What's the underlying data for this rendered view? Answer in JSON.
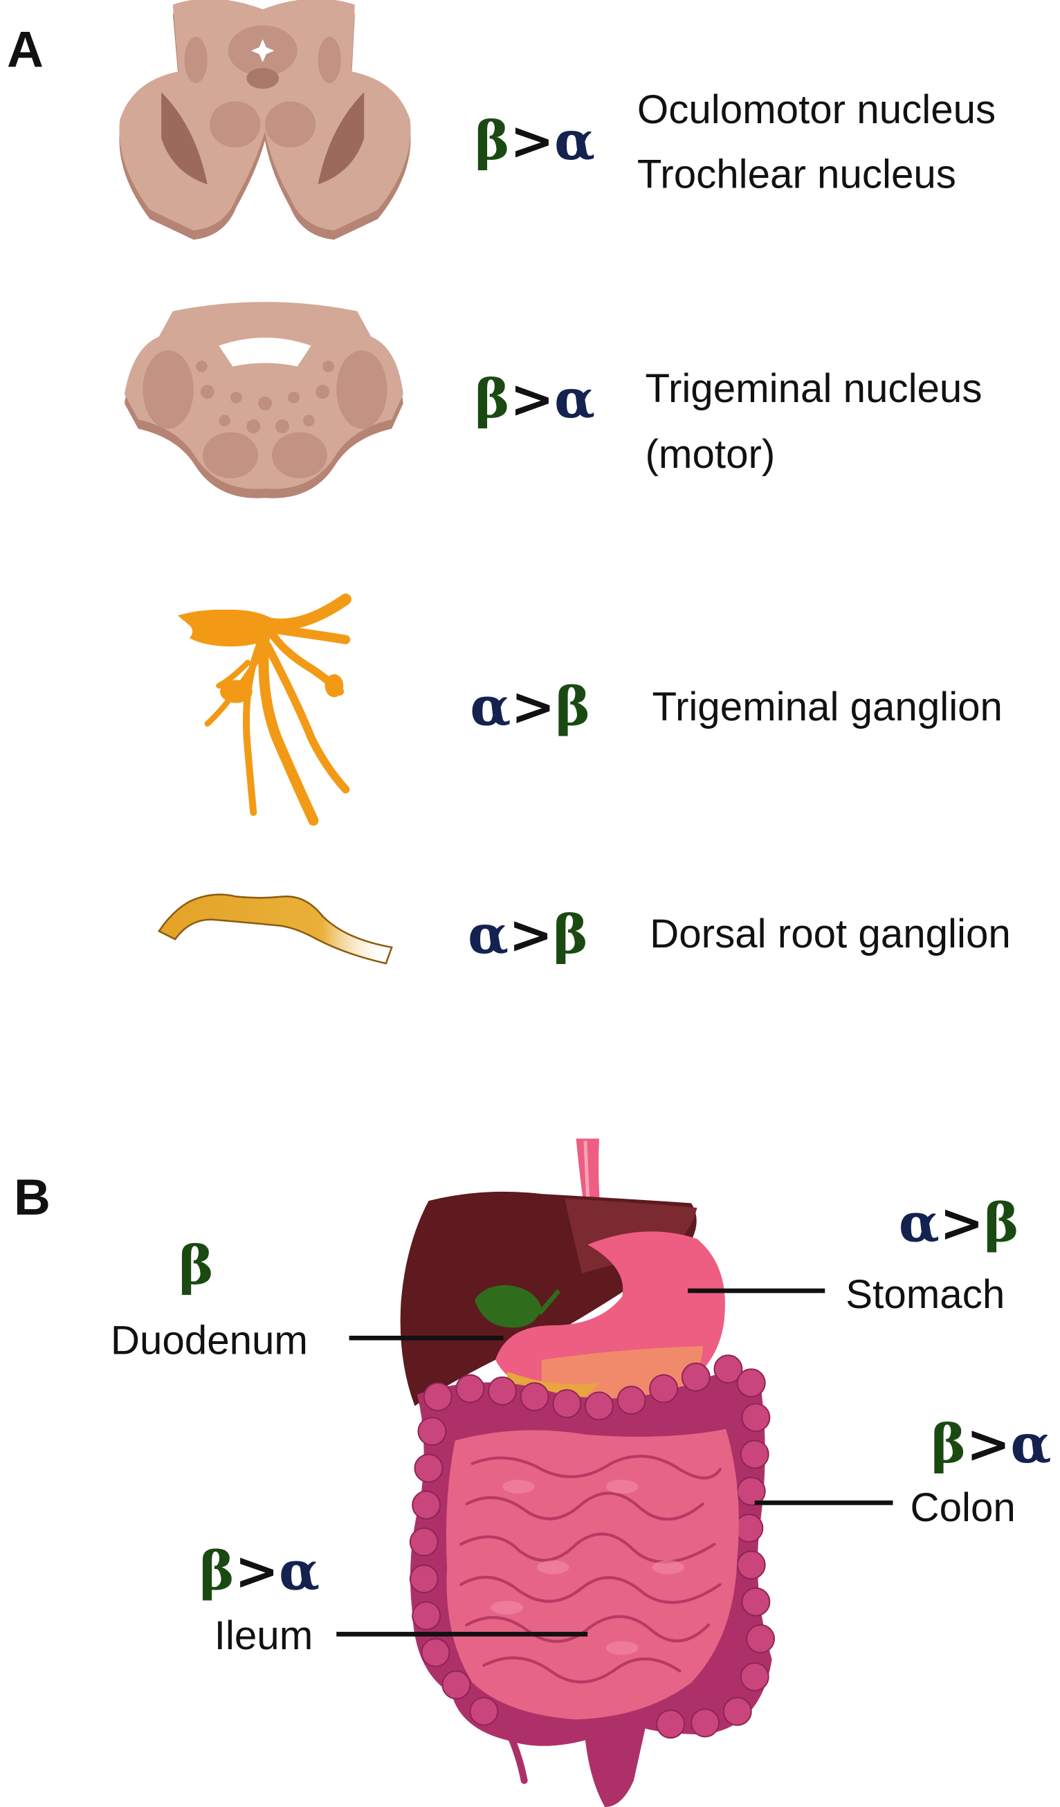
{
  "colors": {
    "beta": "#1a4a12",
    "alpha": "#14224f",
    "brain": "#d3a897",
    "ganglion": "#f29a16",
    "drg": "#e3a326",
    "liver": "#5e1a1f",
    "stomach": "#ee5d82",
    "intestine": "#e66586",
    "colon": "#ad3168",
    "gallbladder": "#2f6d1c"
  },
  "panel_a": {
    "label": "A",
    "rows": [
      {
        "relation": {
          "left": "β",
          "op": ">",
          "right": "α"
        },
        "lines": [
          "Oculomotor nucleus",
          "Trochlear nucleus"
        ],
        "illustration": "midbrain-section-icon"
      },
      {
        "relation": {
          "left": "β",
          "op": ">",
          "right": "α"
        },
        "lines": [
          "Trigeminal nucleus",
          "(motor)"
        ],
        "illustration": "pons-section-icon"
      },
      {
        "relation": {
          "left": "α",
          "op": ">",
          "right": "β"
        },
        "lines": [
          "Trigeminal ganglion"
        ],
        "illustration": "trigeminal-ganglion-icon"
      },
      {
        "relation": {
          "left": "α",
          "op": ">",
          "right": "β"
        },
        "lines": [
          "Dorsal root ganglion"
        ],
        "illustration": "dorsal-root-ganglion-icon"
      }
    ]
  },
  "panel_b": {
    "label": "B",
    "organs": [
      {
        "name": "Stomach",
        "relation": {
          "left": "α",
          "op": ">",
          "right": "β"
        }
      },
      {
        "name": "Duodenum",
        "relation": {
          "left": "β",
          "op": "",
          "right": ""
        }
      },
      {
        "name": "Colon",
        "relation": {
          "left": "β",
          "op": ">",
          "right": "α"
        }
      },
      {
        "name": "Ileum",
        "relation": {
          "left": "β",
          "op": ">",
          "right": "α"
        }
      }
    ]
  }
}
